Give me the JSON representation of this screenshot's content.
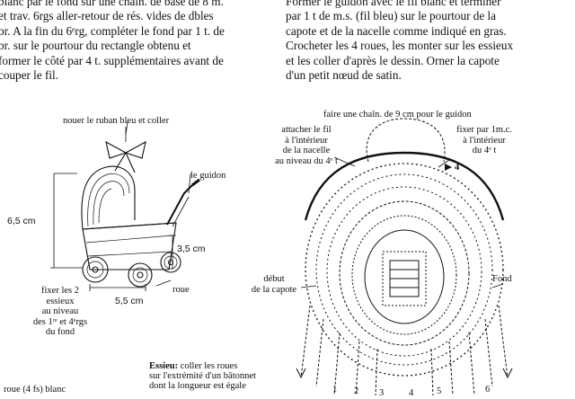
{
  "left_paragraph": {
    "line1": "blanc par le fond sur une chaîn. de base de 8 m.",
    "line2": "et trav. 6rgs aller-retour de rés. vides de dbles",
    "line3": "br. A la fin du 6ᵉrg, compléter le fond par 1 t. de",
    "line4": "br. sur le pourtour du rectangle obtenu et",
    "line5": "former le côté par 4 t. supplémentaires avant de",
    "line6": "couper le fil."
  },
  "right_paragraph": {
    "line1": "Former le guidon avec le fil blanc et terminer",
    "line2": "par 1 t de m.s. (fil bleu) sur le pourtour de la",
    "line3": "capote et de la nacelle comme indiqué en gras.",
    "line4": "Crocheter les 4 roues, les monter sur les essieux",
    "line5": "et les coller d'après le dessin. Orner la capote",
    "line6": "d'un petit nœud de satin."
  },
  "stroller_figure": {
    "ribbon_label": "nouer le ruban bleu et coller",
    "handle_label": "le guidon",
    "height_label": "6,5 cm",
    "body_height_label": "3,5 cm",
    "wheel_label": "roue",
    "width_label": "5,5 cm",
    "axle_note": {
      "l1": "fixer les 2",
      "l2": "essieux",
      "l3": "au niveau",
      "l4": "des 1ʳᵉ et 4ᵉrgs",
      "l5": "du fond"
    },
    "wheel_note": "roue (4 fs) blanc"
  },
  "essieu_note": {
    "title": "Essieu:",
    "l1": " coller les roues",
    "l2": "sur l'extrémité d'un bâtonnet",
    "l3": "dont la longueur est égale"
  },
  "crochet_chart": {
    "top_label": "faire une chaîn. de 9 cm pour le guidon",
    "left_label": {
      "l1": "attacher le fil",
      "l2": "à l'intérieur",
      "l3": "de la nacelle",
      "l4": "au niveau du 4ᵉ t"
    },
    "right_label": {
      "l1": "fixer par 1m.c.",
      "l2": "à l'intérieur",
      "l3": "du 4ᵉ t"
    },
    "marker_4": "4",
    "debut_label": {
      "l1": "début",
      "l2": "de la capote"
    },
    "fond_label": "Fond",
    "row_numbers": [
      "1",
      "2",
      "3",
      "4",
      "5",
      "6"
    ]
  }
}
